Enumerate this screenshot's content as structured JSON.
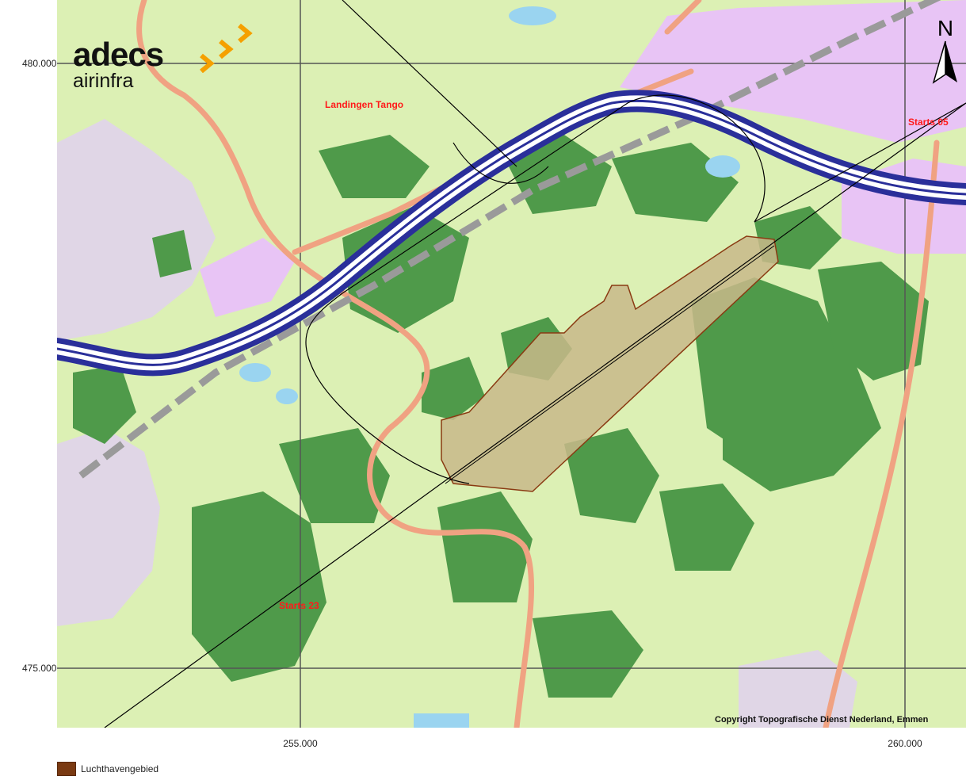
{
  "logo": {
    "word": "adecs",
    "sub": "airinfra"
  },
  "north_arrow": {
    "letter": "N"
  },
  "grid": {
    "y_labels": [
      "480.000",
      "475.000"
    ],
    "x_labels": [
      "255.000",
      "260.000"
    ]
  },
  "labels": {
    "landingen": "Landingen Tango",
    "starts05": "Starts 05",
    "starts23": "Starts 23"
  },
  "copyright": "Copyright Topografische Dienst Nederland, Emmen",
  "legend": {
    "item": "Luchthavengebied"
  },
  "colors": {
    "grassland": "#dcf0b4",
    "forest": "#4f9a4a",
    "urban": "#e6c8f5",
    "motorway": "#2a2f9a",
    "main_road": "#f0a282",
    "water": "#9ad4f0",
    "airport_area": "#7a3a12",
    "label_red": "#ff1a1a"
  }
}
